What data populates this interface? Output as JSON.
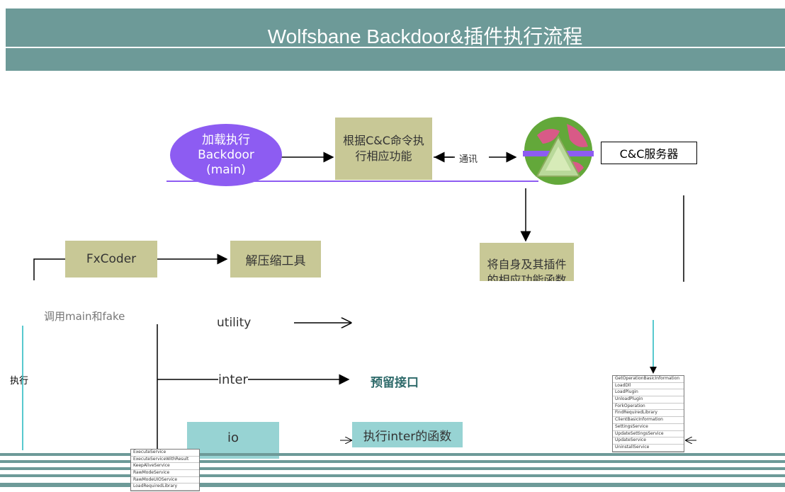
{
  "title": "Wolfsbane Backdoor&插件执行流程",
  "colors": {
    "band": "#6d9a98",
    "olive": "#c8c896",
    "teal": "#97d3d3",
    "purple": "#8d5cf2",
    "accent_line": "#20b7bd"
  },
  "nodes": {
    "load": "加载执行\nBackdoor\n(main)",
    "exec_cmd": "根据C&C命令执\n行相应功能",
    "comm_label": "通讯",
    "server": "C&C服务器",
    "globe_icon": "globe-icon",
    "plugin_funcs": "将自身及其插件\n的相应功能函数",
    "fxcoder": "FxCoder",
    "decompress": "解压缩工具",
    "main_fake": "调用main和fake",
    "utility": "utility",
    "inter": "inter",
    "reserved": "预留接口",
    "io": "io",
    "exec_inter": "执行inter的函数",
    "execute": "执行"
  },
  "right_list": [
    "GetOperationBasicInformation",
    "LoadDll",
    "LoadPlugin",
    "UnloadPlugin",
    "ForkOperation",
    "FindRequiredLibrary",
    "ClientBasicInformation",
    "SettingsService",
    "UpdateSettingsService",
    "UpdateService",
    "UninstallService"
  ],
  "bottom_list": [
    "ExecuteService",
    "ExecuteServiceWithResult",
    "KeepAliveService",
    "RawModeService",
    "RawModeUIOService",
    "LoadRequiredLibrary"
  ]
}
